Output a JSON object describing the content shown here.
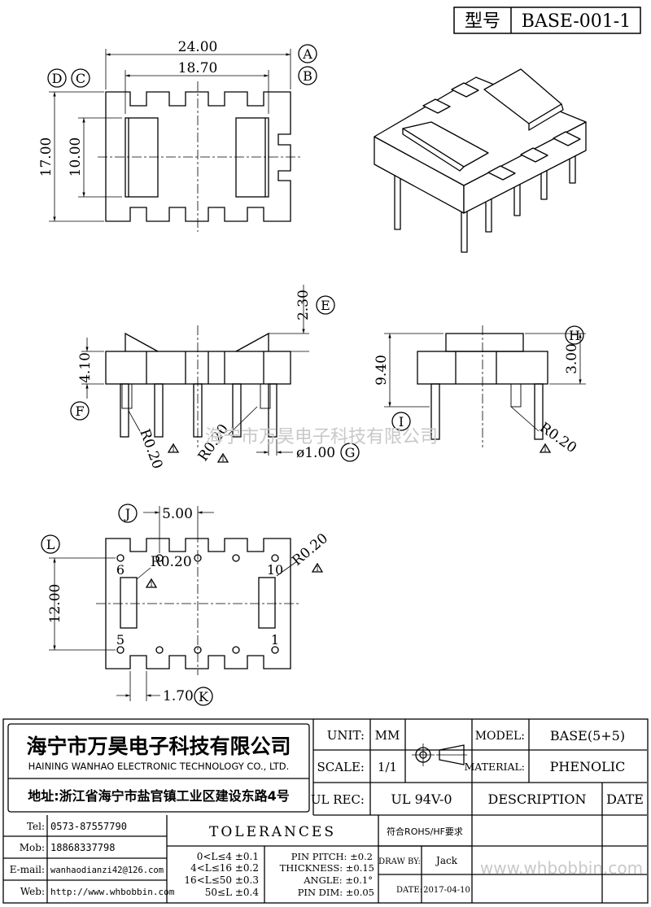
{
  "model_box": {
    "label": "型号",
    "value": "BASE-001-1"
  },
  "top_view": {
    "dim_width_outer": "24.00",
    "dim_width_inner": "18.70",
    "dim_height_outer": "17.00",
    "dim_height_inner": "10.00",
    "label_a": "A",
    "label_b": "B",
    "label_c": "C",
    "label_d": "D"
  },
  "front_view": {
    "dim_top": "2.30",
    "dim_height": "4.10",
    "radius_left": "R0.20",
    "radius_mid": "R0.20",
    "pin_diameter": "ø1.00",
    "label_e": "E",
    "label_f": "F",
    "label_g": "G"
  },
  "side_view": {
    "dim_total": "9.40",
    "dim_body": "3.00",
    "radius": "R0.20",
    "label_h": "H",
    "label_i": "I"
  },
  "bottom_view": {
    "dim_pitch": "5.00",
    "dim_row": "12.00",
    "dim_pin_offset": "1.70",
    "radius_left": "R0.20",
    "radius_right": "R0.20",
    "pin_6": "6",
    "pin_10": "10",
    "pin_5": "5",
    "pin_1": "1",
    "label_j": "J",
    "label_k": "K",
    "label_l": "L"
  },
  "watermark": {
    "center": "海宁市万昊电子科技有限公司",
    "bottom": "www.whbobbin.com"
  },
  "title_block": {
    "company_cn": "海宁市万昊电子科技有限公司",
    "company_en": "HAINING WANHAO ELECTRONIC TECHNOLOGY CO., LTD.",
    "address": "地址:浙江省海宁市盐官镇工业区建设东路4号",
    "unit_label": "UNIT:",
    "unit_value": "MM",
    "scale_label": "SCALE:",
    "scale_value": "1/1",
    "ulrec_label": "UL REC:",
    "ulrec_value": "UL 94V-0",
    "model_label": "MODEL:",
    "model_value": "BASE(5+5)",
    "material_label": "MATERIAL:",
    "material_value": "PHENOLIC",
    "description_label": "DESCRIPTION",
    "date_label": "DATE",
    "tel_label": "Tel:",
    "tel_value": "0573-87557790",
    "mob_label": "Mob:",
    "mob_value": "18868337798",
    "email_label": "E-mail:",
    "email_value": "wanhaodianzi42@126.com",
    "web_label": "Web:",
    "web_value": "http://www.whbobbin.com",
    "tolerances_label": "TOLERANCES",
    "rohs_label": "符合ROHS/HF要求",
    "tol_rows": [
      "0<L≤4 ±0.1",
      "4<L≤16 ±0.2",
      "16<L≤50 ±0.3",
      "50≤L ±0.4"
    ],
    "pin_pitch": "PIN PITCH: ±0.2",
    "thickness": "THICKNESS: ±0.15",
    "angle": "ANGLE: ±0.1°",
    "pin_dim": "PIN DIM: ±0.05",
    "drawby_label": "DRAW BY:",
    "drawby_value": "Jack",
    "date_field_label": "DATE:",
    "date_value": "2017-04-10"
  }
}
